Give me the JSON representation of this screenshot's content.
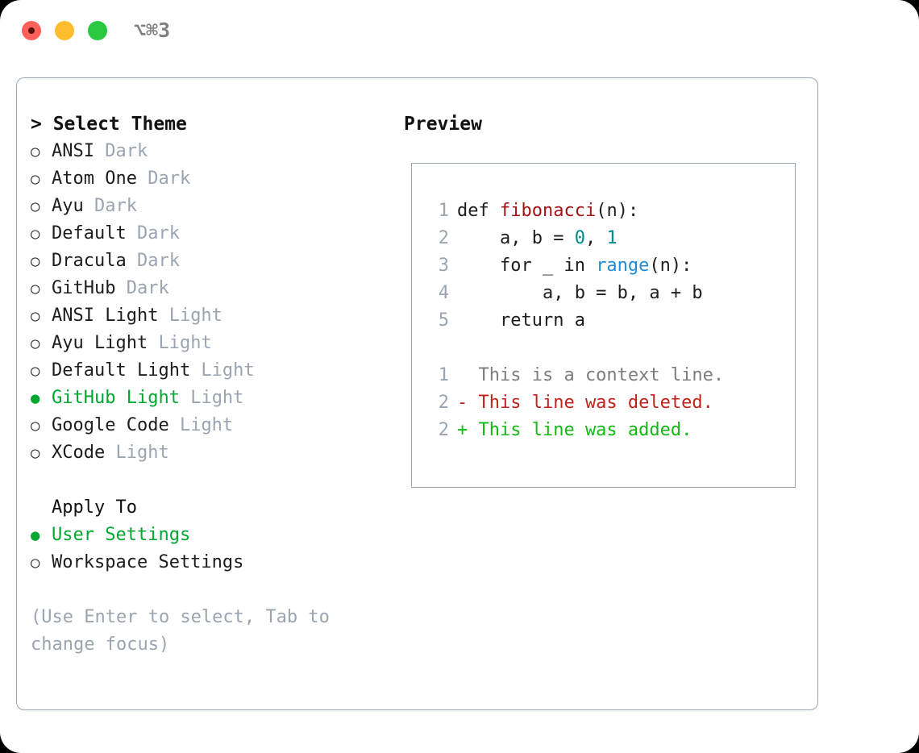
{
  "titlebar": {
    "shortcut": "⌥⌘3",
    "buttons": [
      {
        "name": "close",
        "color": "#ff605c"
      },
      {
        "name": "minimize",
        "color": "#ffbd2e"
      },
      {
        "name": "zoom",
        "color": "#28c840"
      }
    ]
  },
  "theme_panel": {
    "header": "> Select Theme",
    "items": [
      {
        "marker": "○",
        "label": "ANSI",
        "tag": " Dark",
        "selected": false
      },
      {
        "marker": "○",
        "label": "Atom One",
        "tag": " Dark",
        "selected": false
      },
      {
        "marker": "○",
        "label": "Ayu",
        "tag": " Dark",
        "selected": false
      },
      {
        "marker": "○",
        "label": "Default",
        "tag": " Dark",
        "selected": false
      },
      {
        "marker": "○",
        "label": "Dracula",
        "tag": " Dark",
        "selected": false
      },
      {
        "marker": "○",
        "label": "GitHub",
        "tag": " Dark",
        "selected": false
      },
      {
        "marker": "○",
        "label": "ANSI Light",
        "tag": " Light",
        "selected": false
      },
      {
        "marker": "○",
        "label": "Ayu Light",
        "tag": " Light",
        "selected": false
      },
      {
        "marker": "○",
        "label": "Default Light",
        "tag": " Light",
        "selected": false
      },
      {
        "marker": "●",
        "label": "GitHub Light",
        "tag": " Light",
        "selected": true
      },
      {
        "marker": "○",
        "label": "Google Code",
        "tag": " Light",
        "selected": false
      },
      {
        "marker": "○",
        "label": "XCode",
        "tag": " Light",
        "selected": false
      }
    ]
  },
  "apply_to": {
    "header": "Apply To",
    "items": [
      {
        "marker": "●",
        "label": "User Settings",
        "selected": true
      },
      {
        "marker": "○",
        "label": "Workspace Settings",
        "selected": false
      }
    ]
  },
  "hint": "(Use Enter to select, Tab to change focus)",
  "preview": {
    "title": "Preview",
    "code_lines": [
      {
        "lineno": "1",
        "tokens": [
          {
            "text": "def ",
            "type": "plain"
          },
          {
            "text": "fibonacci",
            "type": "fn"
          },
          {
            "text": "(n):",
            "type": "plain"
          }
        ]
      },
      {
        "lineno": "2",
        "tokens": [
          {
            "text": "    a, b = ",
            "type": "plain"
          },
          {
            "text": "0",
            "type": "num"
          },
          {
            "text": ", ",
            "type": "plain"
          },
          {
            "text": "1",
            "type": "num"
          }
        ]
      },
      {
        "lineno": "3",
        "tokens": [
          {
            "text": "    for _ in ",
            "type": "plain"
          },
          {
            "text": "range",
            "type": "kw"
          },
          {
            "text": "(n):",
            "type": "plain"
          }
        ]
      },
      {
        "lineno": "4",
        "tokens": [
          {
            "text": "        a, b = b, a + b",
            "type": "plain"
          }
        ]
      },
      {
        "lineno": "5",
        "tokens": [
          {
            "text": "    return a",
            "type": "plain"
          }
        ]
      }
    ],
    "diff_lines": [
      {
        "lineno": "1",
        "text": "  This is a context line.",
        "type": "ctx"
      },
      {
        "lineno": "2",
        "text": "- This line was deleted.",
        "type": "del"
      },
      {
        "lineno": "2",
        "text": "+ This line was added.",
        "type": "add"
      }
    ]
  },
  "colors": {
    "accent_green": "#00a832",
    "muted": "#9aa5b1",
    "border": "#9aa5b1",
    "syntax_function": "#a31515",
    "syntax_number": "#008b8b",
    "syntax_keyword": "#1f8dd6",
    "diff_deleted": "#c0231b",
    "diff_added": "#14b814",
    "diff_context": "#7d7d7d"
  }
}
